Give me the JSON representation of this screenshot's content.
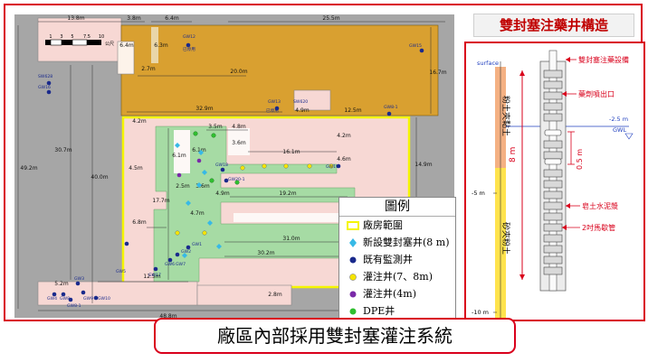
{
  "site_plan": {
    "dimensions": [
      "13.8m",
      "3.8m",
      "6.4m",
      "25.5m",
      "6.4m",
      "6.3m",
      "2.7m",
      "20.0m",
      "16.7m",
      "49.2m",
      "30.7m",
      "40.0m",
      "32.9m",
      "4.9m",
      "12.5m",
      "3.5m",
      "4.8m",
      "3.6m",
      "16.1m",
      "4.2m",
      "6.1m",
      "6.1m",
      "4.6m",
      "14.9m",
      "17.7m",
      "2.5m",
      "3.6m",
      "4.9m",
      "19.2m",
      "6.8m",
      "4.7m",
      "31.0m",
      "30.2m",
      "5.2m",
      "12.5m",
      "2.8m",
      "48.8m",
      "4.2m",
      "4.5m"
    ],
    "scale_bar": {
      "ticks": [
        "1",
        "3",
        "5",
        "7.5",
        "10"
      ],
      "unit": "公尺"
    },
    "well_labels": [
      "GW12",
      "GW13",
      "GW15",
      "GW16",
      "GW17",
      "GW18",
      "GW19",
      "GW20-1",
      "GW1",
      "GW2",
      "GW3",
      "GW4",
      "GW5",
      "GW6",
      "GW7",
      "GW8",
      "GW9",
      "GW10",
      "GW8-1",
      "SW628",
      "SW620",
      "已停用"
    ]
  },
  "legend": {
    "title": "圖例",
    "items": [
      {
        "label": "廠房範圍",
        "symbol": "yellow-box"
      },
      {
        "label": "新設雙封塞井(8 m)",
        "symbol": "cyan-diamond"
      },
      {
        "label": "既有監測井",
        "symbol": "navy-dot"
      },
      {
        "label": "灌注井(7、8m)",
        "symbol": "yellow-dot"
      },
      {
        "label": "灌注井(4m)",
        "symbol": "purple-dot"
      },
      {
        "label": "DPE井",
        "symbol": "green-dot"
      }
    ]
  },
  "well_section": {
    "title": "雙封塞注藥井構造",
    "surface_label": "surface",
    "depth_labels": [
      "-2.5 m",
      "-5 m",
      "-10 m"
    ],
    "gwl_label": "GWL",
    "soil_layers": [
      "粉土夾黏土",
      "砂夾粉土"
    ],
    "total_depth": "8 m",
    "packer_spacing": "0.5 m",
    "annotations": [
      "雙封塞注藥設備",
      "藥劑噴出口",
      "皂土水泥漿",
      "2吋馬歇管"
    ]
  },
  "caption": "廠區內部採用雙封塞灌注系統",
  "colors": {
    "frame_red": "#d9001b",
    "orange": "#d9a030",
    "pink": "#f7d8d4",
    "green": "#a6dba4",
    "gray": "#a6a6a6",
    "building_outline": "#f5f500",
    "well_navy": "#1a2a8c",
    "diamond_cyan": "#37b9e6",
    "layer_orange": "#f4b183",
    "layer_yellow": "#ffe34d"
  }
}
